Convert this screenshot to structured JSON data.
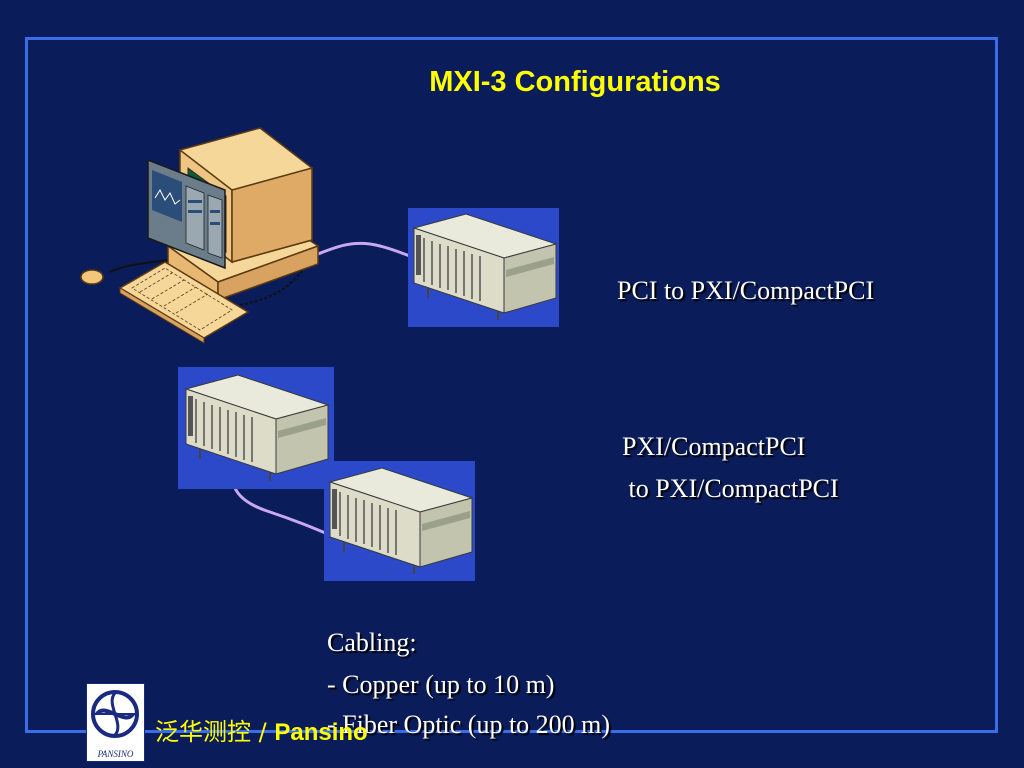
{
  "slide": {
    "title": "MXI-3 Configurations",
    "config1_label": "PCI to PXI/CompactPCI",
    "config2_line1": "PXI/CompactPCI",
    "config2_line2": " to PXI/CompactPCI",
    "cabling_heading": "Cabling:",
    "cabling_items": [
      "- Copper (up to 10 m)",
      "- Fiber Optic (up to 200 m)"
    ]
  },
  "footer": {
    "brand_cn": "泛华测控",
    "separator": " / ",
    "brand_en": "Pansino",
    "logo_text": "PANSINO"
  },
  "colors": {
    "background": "#0a1c5a",
    "frame": "#3a6ee8",
    "title": "#ffff00",
    "cable": "#c8a8f0",
    "chassis_backdrop": "#2b49c9"
  }
}
